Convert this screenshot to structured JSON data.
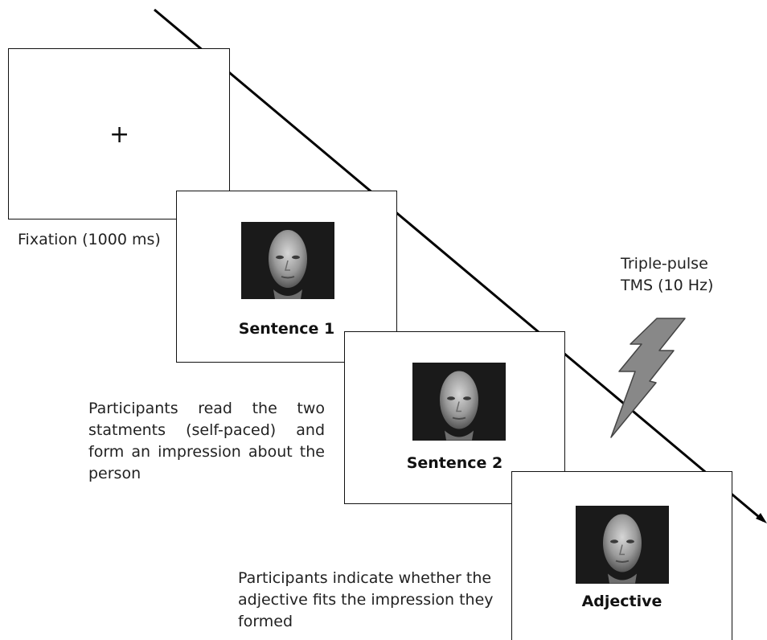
{
  "fixation": {
    "symbol": "+",
    "caption": "Fixation (1000 ms)"
  },
  "screens": {
    "sentence1_label": "Sentence 1",
    "sentence2_label": "Sentence 2",
    "adjective_label": "Adjective"
  },
  "captions": {
    "reading": "Participants read the two statments (self-paced) and form an impression about the person",
    "response": "Participants indicate whether the adjective fits the impression they formed",
    "tms": "Triple-pulse TMS (10 Hz)"
  },
  "colors": {
    "line": "#000000",
    "bolt_fill": "#888888",
    "face_background": "#1a1a1a"
  },
  "icons": {
    "face": "face-image",
    "bolt": "lightning-bolt-icon",
    "fixation": "plus-icon"
  }
}
